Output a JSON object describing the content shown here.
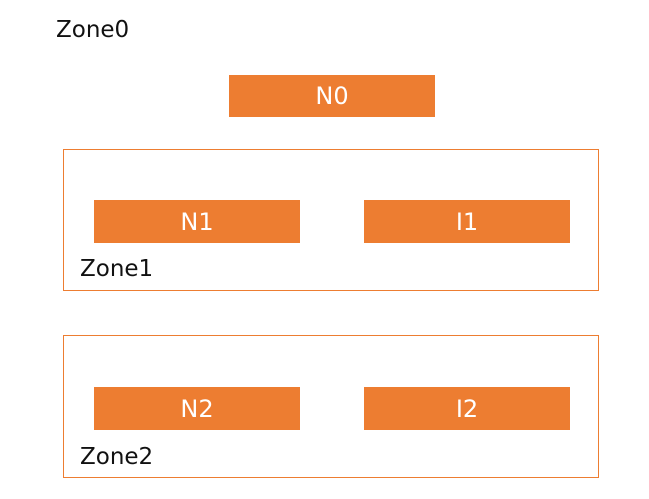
{
  "colors": {
    "node_fill": "#ed7d31",
    "zone_border": "#ed7d31",
    "node_text": "#ffffff",
    "label_text": "#111111"
  },
  "zone0": {
    "label": "Zone0",
    "nodes": {
      "n0": "N0"
    }
  },
  "zone1": {
    "label": "Zone1",
    "nodes": {
      "n1": "N1",
      "i1": "I1"
    }
  },
  "zone2": {
    "label": "Zone2",
    "nodes": {
      "n2": "N2",
      "i2": "I2"
    }
  }
}
